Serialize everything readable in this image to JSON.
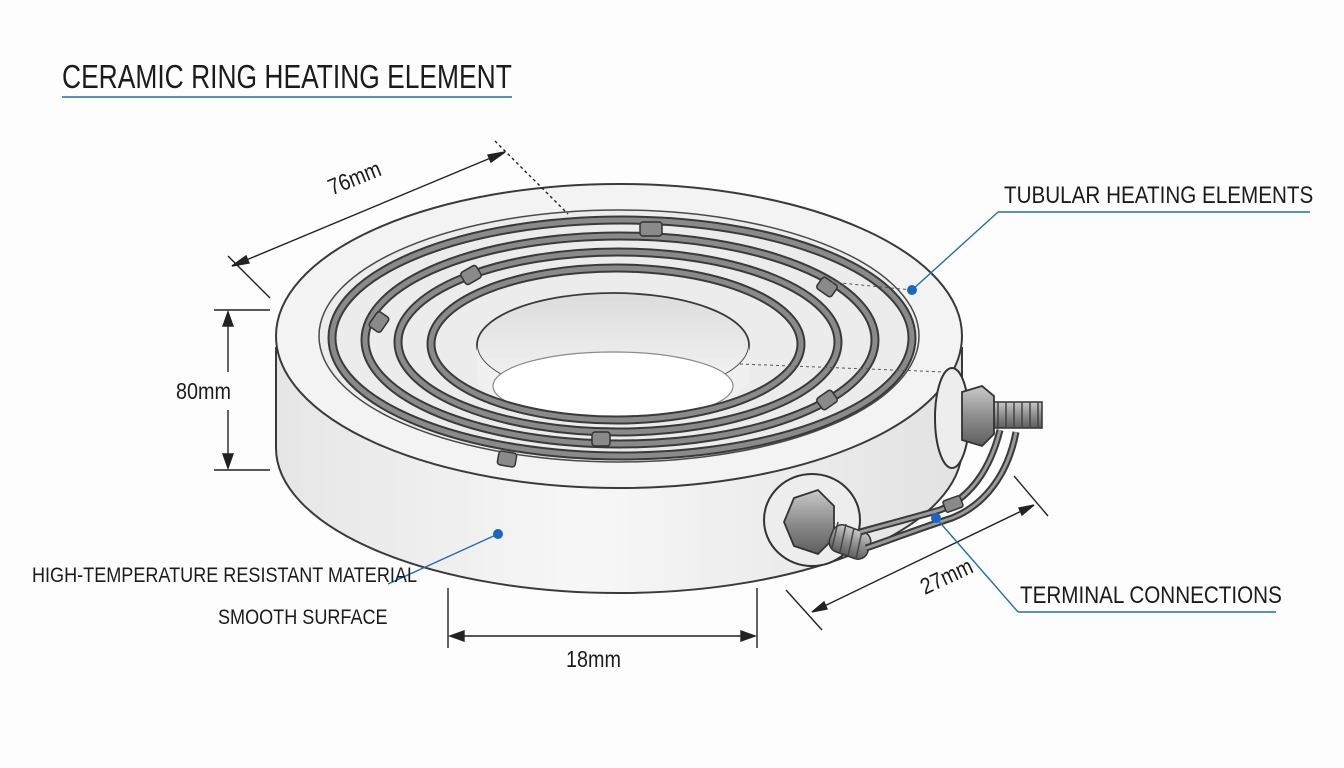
{
  "title": "CERAMIC RING HEATING ELEMENT",
  "callouts": {
    "tubular": "TUBULAR HEATING ELEMENTS",
    "terminal": "TERMINAL CONNECTIONS",
    "material": "HIGH-TEMPERATURE RESISTANT MATERIAL",
    "surface": "SMOOTH SURFACE"
  },
  "dimensions": {
    "diameter": "76mm",
    "height": "80mm",
    "width": "18mm",
    "terminal_length": "27mm"
  },
  "colors": {
    "leader_line": "#1f6fb2",
    "marker_dot": "#1a66c4",
    "ceramic": "#f1f1f1",
    "coil": "#6a6a6a",
    "outline": "#3a3a3a"
  }
}
